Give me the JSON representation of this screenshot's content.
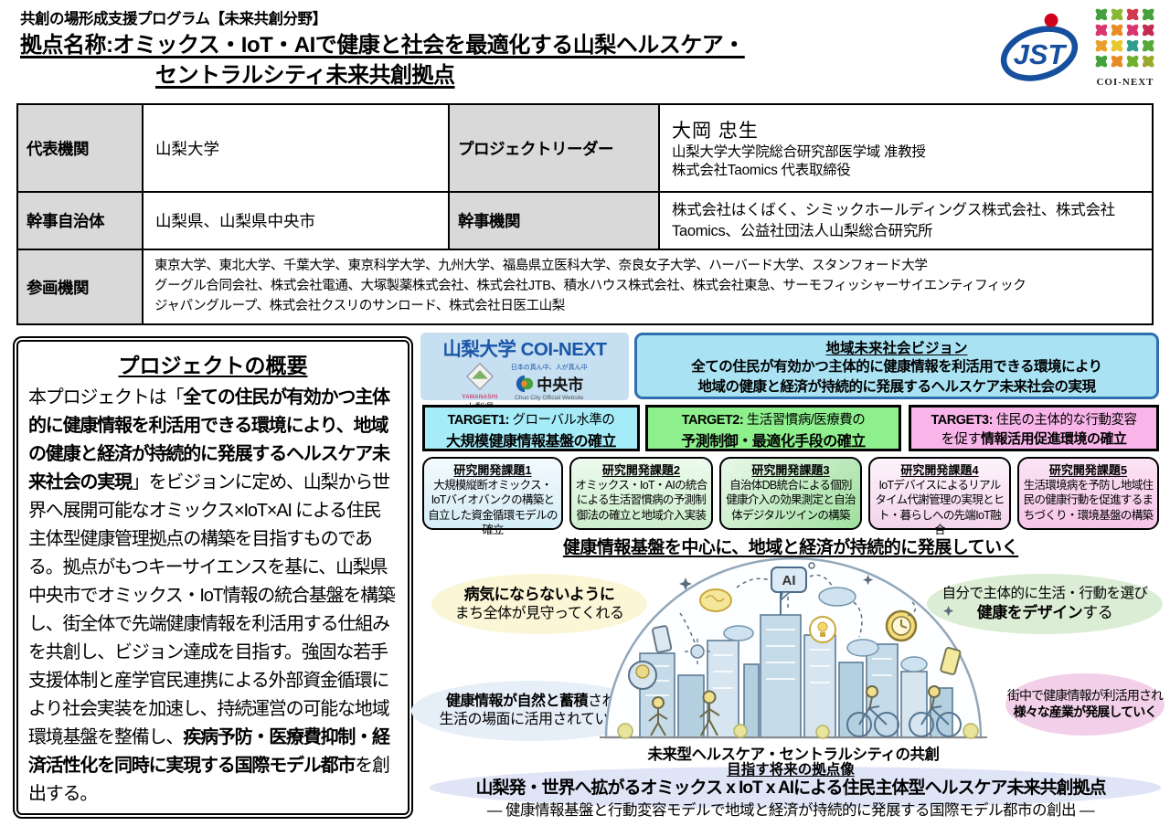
{
  "header": {
    "program": "共創の場形成支援プログラム【未来共創分野】",
    "title_line1": "拠点名称:オミックス・IoT・AIで健康と社会を最適化する山梨ヘルスケア・",
    "title_line2": "セントラルシティ未来共創拠点"
  },
  "logos": {
    "jst_label": "JST",
    "coi_next_label": "COI-NEXT",
    "univ_coi": "山梨大学 COI-NEXT",
    "yamanashi_en": "YAMANASHI",
    "yamanashi": "山梨県",
    "chuo_tagline": "日本の真ん中、人が真ん中",
    "chuo": "中央市",
    "chuo_site": "Chuo City Official Website"
  },
  "table": {
    "r1": {
      "label_left": "代表機関",
      "value_left": "山梨大学",
      "label_right": "プロジェクトリーダー",
      "leader_name": "大岡 忠生",
      "leader_title1": "山梨大学大学院総合研究部医学域 准教授",
      "leader_title2": "株式会社Taomics 代表取締役"
    },
    "r2": {
      "label_left": "幹事自治体",
      "value_left": "山梨県、山梨県中央市",
      "label_right": "幹事機関",
      "value_right": "株式会社はくばく、シミックホールディングス株式会社、株式会社Taomics、公益社団法人山梨総合研究所"
    },
    "r3": {
      "label": "参画機関",
      "lines": [
        "東京大学、東北大学、千葉大学、東京科学大学、九州大学、福島県立医科大学、奈良女子大学、ハーバード大学、スタンフォード大学",
        "グーグル合同会社、株式会社電通、大塚製薬株式会社、株式会社JTB、積水ハウス株式会社、株式会社東急、サーモフィッシャーサイエンティフィック",
        "ジャパングループ、株式会社クスリのサンロード、株式会社日医工山梨"
      ]
    }
  },
  "overview": {
    "title": "プロジェクトの概要",
    "segments": [
      "本プロジェクトは「",
      "全ての住民が有効かつ主体的に健康情報を利活用できる環境により、地域の健康と経済が持続的に発展するヘルスケア未来社会の実現",
      "」をビジョンに定め、山梨から世界へ展開可能なオミックス×IoT×AI による住民主体型健康管理拠点の構築を目指すものである。拠点がもつキーサイエンスを基に、山梨県中央市でオミックス・IoT情報の統合基盤を構築し、街全体で先端健康情報を利活用する仕組みを共創し、ビジョン達成を目指す。強固な若手支援体制と産学官民連携による外部資金循環により社会実装を加速し、持続運営の可能な地域環境基盤を整備し、",
      "疾病予防・医療費抑制・経済活性化を同時に実現する国際モデル都市",
      "を創出する。"
    ]
  },
  "vision": {
    "title": "地域未来社会ビジョン",
    "line1": "全ての住民が有効かつ主体的に健康情報を利活用できる環境により",
    "line2": "地域の健康と経済が持続的に発展するヘルスケア未来社会の実現"
  },
  "targets": [
    {
      "label": "TARGET1:",
      "rest": " グローバル水準の",
      "l2pre": "",
      "l2bold": "大規模健康情報基盤の確立"
    },
    {
      "label": "TARGET2:",
      "rest": " 生活習慣病/医療費の",
      "l2pre": "",
      "l2bold": "予測制御・最適化手段の確立"
    },
    {
      "label": "TARGET3:",
      "rest": " 住民の主体的な行動変容",
      "l2pre": "を促す",
      "l2bold": "情報活用促進環境の確立"
    }
  ],
  "themes": [
    {
      "title": "研究開発課題1",
      "body": "大規模縦断オミックス・IoTバイオバンクの構築と自立した資金循環モデルの確立"
    },
    {
      "title": "研究開発課題2",
      "body": "オミックス・IoT・AIの統合による生活習慣病の予測制御法の確立と地域介入実装"
    },
    {
      "title": "研究開発課題3",
      "body": "自治体DB統合による個別健康介入の効果測定と自治体デジタルツインの構築"
    },
    {
      "title": "研究開発課題4",
      "body": "IoTデバイスによるリアルタイム代謝管理の実現とヒト・暮らしへの先端IoT融合"
    },
    {
      "title": "研究開発課題5",
      "body": "生活環境病を予防し地域住民の健康行動を促進するまちづくり・環境基盤の構築"
    }
  ],
  "middle_heading": "健康情報基盤を中心に、地域と経済が持続的に発展していく",
  "bubbles": {
    "b1": {
      "l1": "病気にならないように",
      "l2": "まち全体が見守ってくれる"
    },
    "b2": {
      "l1bold": "健康情報が自然と蓄積",
      "l1rest": "され",
      "l2": "生活の場面に活用されていく"
    },
    "b3": {
      "l1": "自分で主体的に生活・行動を選び",
      "l2bold": "健康をデザイン",
      "l2rest": "する"
    },
    "b4": {
      "l1": "街中で健康情報が利活用され",
      "l2": "様々な産業が発展していく"
    }
  },
  "illustration": {
    "ai_label": "AI",
    "caption": "未来型ヘルスケア・セントラルシティの共創"
  },
  "future": {
    "title": "目指す将来の拠点像",
    "line1": "山梨発・世界へ拡がるオミックス x IoT x AIによる住民主体型ヘルスケア未来共創拠点",
    "line2": "― 健康情報基盤と行動変容モデルで地域と経済が持続的に発展する国際モデル都市の創出 ―"
  },
  "colors": {
    "accent_blue": "#1a56a8",
    "vision_bg": "#a9e2f3",
    "target1_bg": "#a5ebf8",
    "target2_bg": "#8df08d",
    "target3_bg": "#f9b5ea",
    "label_gray": "#d9d9d9"
  }
}
